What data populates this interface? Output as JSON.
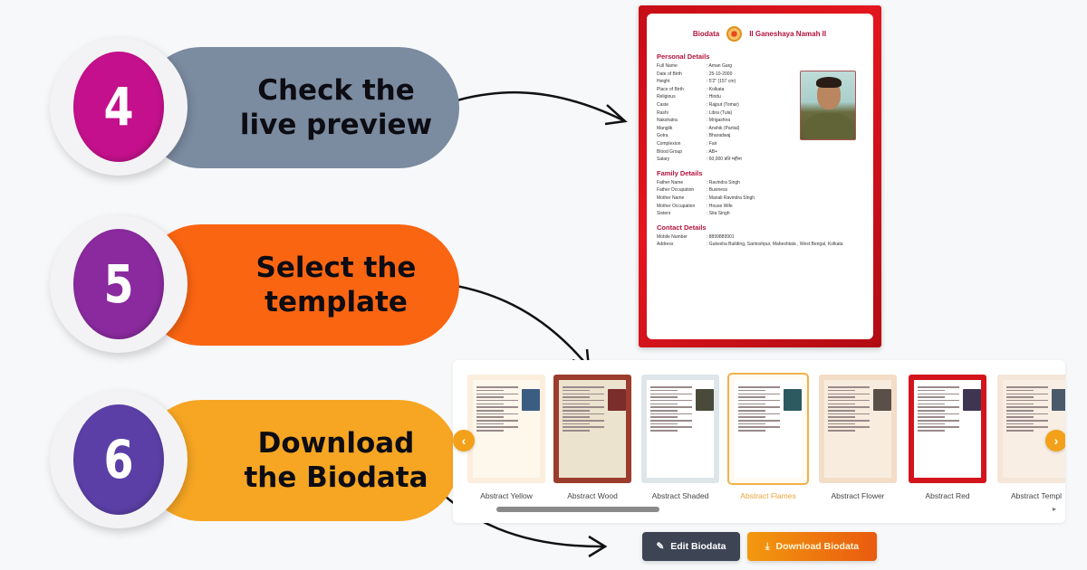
{
  "steps": [
    {
      "number": "4",
      "label_line1": "Check the",
      "label_line2": "live preview",
      "circle_color": "#c4108c",
      "pill_color": "#7b8ba0"
    },
    {
      "number": "5",
      "label_line1": "Select the",
      "label_line2": "template",
      "circle_color": "#8a2a9e",
      "pill_color": "#fa6512"
    },
    {
      "number": "6",
      "label_line1": "Download",
      "label_line2": "the Biodata",
      "circle_color": "#5b3fa6",
      "pill_color": "#f6a623"
    }
  ],
  "preview": {
    "header_left": "Biodata",
    "header_right": "II Ganeshaya Namah II",
    "sections": {
      "personal": {
        "title": "Personal Details",
        "rows": [
          {
            "k": "Full Name",
            "v": ": Aman Garg"
          },
          {
            "k": "Date of Birth",
            "v": ": 25-10-2000"
          },
          {
            "k": "Height",
            "v": ": 5'2\" (157 cm)"
          },
          {
            "k": "Place of Birth",
            "v": ": Kolkata"
          },
          {
            "k": "Religious",
            "v": ": Hindu"
          },
          {
            "k": "Caste",
            "v": ": Rajput (Tomar)"
          },
          {
            "k": "Rashi",
            "v": ": Libra (Tula)"
          },
          {
            "k": "Nakshatra",
            "v": ": Mrigashira"
          },
          {
            "k": "Manglik",
            "v": ": Anshik (Partial)"
          },
          {
            "k": "Gotra",
            "v": ": Bharadwaj"
          },
          {
            "k": "Complexion",
            "v": ": Fair"
          },
          {
            "k": "Blood Group",
            "v": ": AB+"
          },
          {
            "k": "Salary",
            "v": ": 60,000 प्रति महीना"
          }
        ]
      },
      "family": {
        "title": "Family Details",
        "rows": [
          {
            "k": "Father Name",
            "v": ": Ravindra Singh"
          },
          {
            "k": "Father Occupation",
            "v": ": Business"
          },
          {
            "k": "Mother Name",
            "v": ": Manali Ravindra Singh"
          },
          {
            "k": "Mother Occupation",
            "v": ": House Wife"
          },
          {
            "k": "Sisters",
            "v": ": Sita Singh"
          }
        ]
      },
      "contact": {
        "title": "Contact Details",
        "rows": [
          {
            "k": "Mobile Number",
            "v": ": 8899889901"
          },
          {
            "k": "Address",
            "v": ": Gukesha Building, Santoshpur, Maheshtala , West Bengal, Kolkata"
          }
        ]
      }
    }
  },
  "templates": {
    "items": [
      {
        "name": "Abstract Yellow",
        "bg": "#fbeedd",
        "paper": "#fdf7ec",
        "active": false
      },
      {
        "name": "Abstract Wood",
        "bg": "#9c3c2c",
        "paper": "#ece3cf",
        "active": false
      },
      {
        "name": "Abstract Shaded",
        "bg": "#dfe6ea",
        "paper": "#ffffff",
        "active": false
      },
      {
        "name": "Abstract Flames",
        "bg": "#fffaf2",
        "paper": "#ffffff",
        "active": true
      },
      {
        "name": "Abstract Flower",
        "bg": "#f3ddc7",
        "paper": "#f8ecdf",
        "active": false
      },
      {
        "name": "Abstract Red",
        "bg": "#d3141c",
        "paper": "#ffffff",
        "active": false
      },
      {
        "name": "Abstract Templ",
        "bg": "#f4e6d8",
        "paper": "#f8eee3",
        "active": false
      }
    ],
    "prev_icon": "‹",
    "next_icon": "›",
    "scroll_right_icon": "▸"
  },
  "actions": {
    "edit_label": "Edit Biodata",
    "edit_icon": "✎",
    "download_label": "Download Biodata",
    "download_icon": "⤓"
  }
}
